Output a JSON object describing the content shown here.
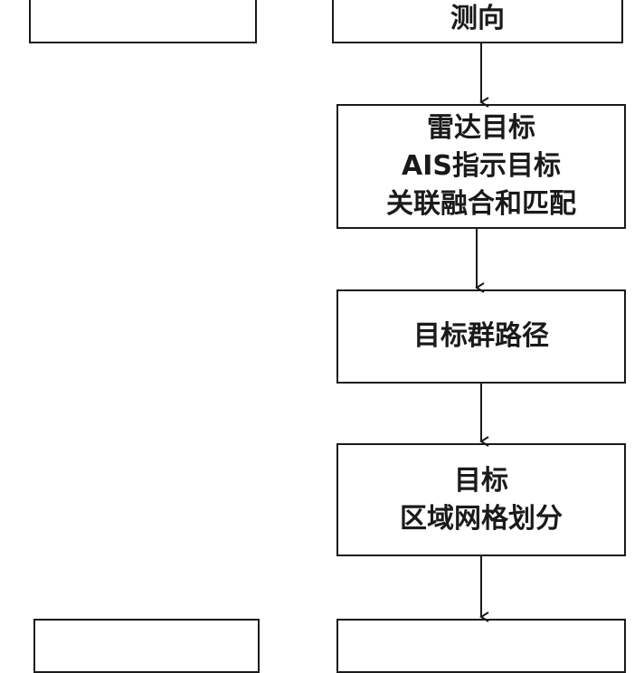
{
  "diagram": {
    "nodes": [
      {
        "id": "left-top-box",
        "lines": []
      },
      {
        "id": "direction-box",
        "lines": [
          "测向"
        ]
      },
      {
        "id": "fusion-box",
        "lines": [
          "雷达目标",
          "AIS指示目标",
          "关联融合和匹配"
        ]
      },
      {
        "id": "path-box",
        "lines": [
          "目标群路径"
        ]
      },
      {
        "id": "grid-box",
        "lines": [
          "目标",
          "区域网格划分"
        ]
      },
      {
        "id": "left-bottom-box",
        "lines": []
      },
      {
        "id": "right-bottom-box",
        "lines": []
      }
    ],
    "edges": [
      {
        "from": "direction-box",
        "to": "fusion-box"
      },
      {
        "from": "fusion-box",
        "to": "path-box"
      },
      {
        "from": "path-box",
        "to": "grid-box"
      },
      {
        "from": "grid-box",
        "to": "right-bottom-box"
      }
    ],
    "colors": {
      "stroke": "#1a1a1a",
      "background": "#ffffff"
    }
  }
}
